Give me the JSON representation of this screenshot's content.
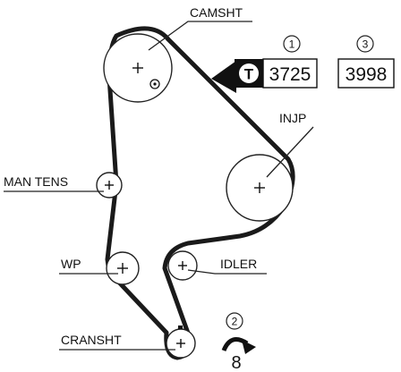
{
  "labels": {
    "camshaft": "CAMSHT",
    "injection_pump": "INJP",
    "manual_tensioner": "MAN TENS",
    "water_pump": "WP",
    "idler": "IDLER",
    "crankshaft": "CRANSHT"
  },
  "callouts": {
    "one": {
      "circle": "1",
      "value": "3725",
      "icon_letter": "T"
    },
    "two": {
      "circle": "2",
      "value": "8"
    },
    "three": {
      "circle": "3",
      "value": "3998"
    }
  },
  "icons": {
    "tool": "tool-t-icon",
    "rotation": "curved-arrow-icon"
  },
  "colors": {
    "line": "#222222",
    "belt": "#1a1a1a",
    "badge": "#111111",
    "background": "#ffffff"
  }
}
